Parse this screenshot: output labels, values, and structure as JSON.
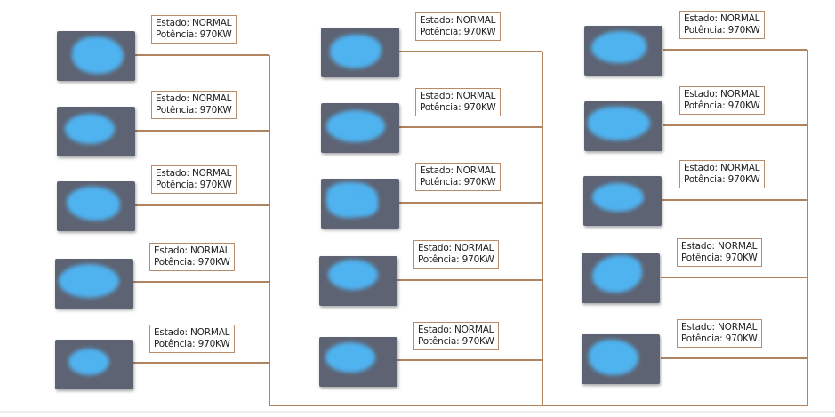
{
  "units": [
    {
      "state_label": "Estado: NORMAL",
      "power_label": "Potência: 970KW"
    },
    {
      "state_label": "Estado: NORMAL",
      "power_label": "Potência: 970KW"
    },
    {
      "state_label": "Estado: NORMAL",
      "power_label": "Potência: 970KW"
    },
    {
      "state_label": "Estado: NORMAL",
      "power_label": "Potência: 970KW"
    },
    {
      "state_label": "Estado: NORMAL",
      "power_label": "Potência: 970KW"
    },
    {
      "state_label": "Estado: NORMAL",
      "power_label": "Potência: 970KW"
    },
    {
      "state_label": "Estado: NORMAL",
      "power_label": "Potência: 970KW"
    },
    {
      "state_label": "Estado: NORMAL",
      "power_label": "Potência: 970KW"
    },
    {
      "state_label": "Estado: NORMAL",
      "power_label": "Potência: 970KW"
    },
    {
      "state_label": "Estado: NORMAL",
      "power_label": "Potência: 970KW"
    },
    {
      "state_label": "Estado: NORMAL",
      "power_label": "Potência: 970KW"
    },
    {
      "state_label": "Estado: NORMAL",
      "power_label": "Potência: 970KW"
    },
    {
      "state_label": "Estado: NORMAL",
      "power_label": "Potência: 970KW"
    },
    {
      "state_label": "Estado: NORMAL",
      "power_label": "Potência: 970KW"
    },
    {
      "state_label": "Estado: NORMAL",
      "power_label": "Potência: 970KW"
    }
  ],
  "colors": {
    "connector": "#b0845e",
    "device_body": "#5d6373",
    "device_indicator": "#4fb3f0",
    "label_border": "#b88b6a"
  }
}
